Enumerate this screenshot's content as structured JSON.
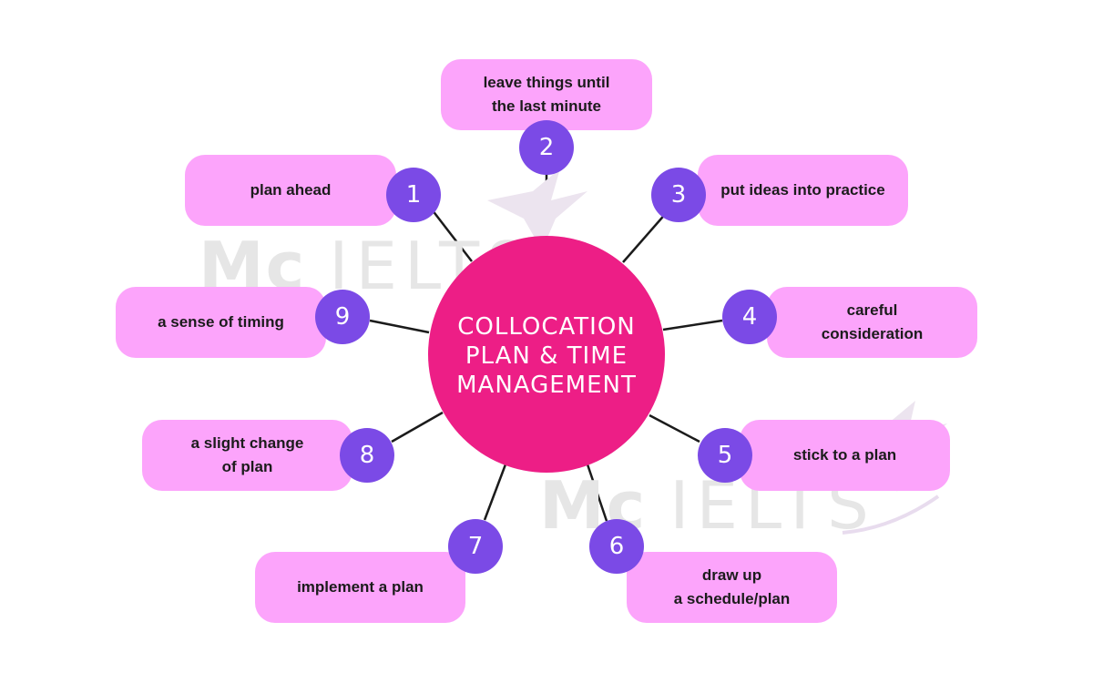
{
  "watermark": {
    "brand": "Mc",
    "product": "IELTS"
  },
  "center": {
    "title": "COLLOCATION\nPLAN & TIME\nMANAGEMENT"
  },
  "colors": {
    "center": "#ed1e86",
    "label_box": "#fca4fb",
    "number_circle": "#7b4ae6",
    "connector": "#1b1b1b"
  },
  "items": [
    {
      "number": "1",
      "label": "plan ahead"
    },
    {
      "number": "2",
      "label": "leave things until\nthe last minute"
    },
    {
      "number": "3",
      "label": "put ideas into practice"
    },
    {
      "number": "4",
      "label": "careful\nconsideration"
    },
    {
      "number": "5",
      "label": "stick to a plan"
    },
    {
      "number": "6",
      "label": "draw up\na schedule/plan"
    },
    {
      "number": "7",
      "label": "implement a plan"
    },
    {
      "number": "8",
      "label": "a slight change\nof plan"
    },
    {
      "number": "9",
      "label": "a sense of timing"
    }
  ]
}
